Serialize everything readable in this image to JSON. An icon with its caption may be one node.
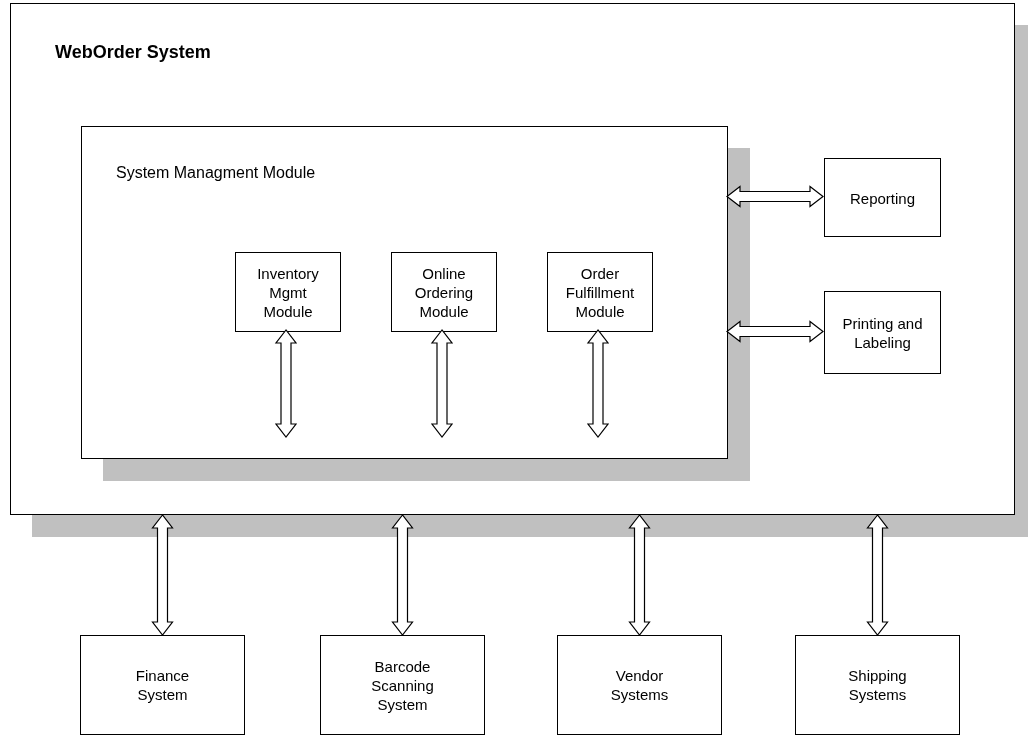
{
  "diagram": {
    "nodes": [
      {
        "text": [
          "WebOrder System"
        ]
      },
      {
        "text": [
          "System Managment Module"
        ],
        "in": 0
      },
      {
        "text": [
          "Inventory Mgmt Module"
        ],
        "in": 1
      },
      {
        "text": [
          "Online Ordering Module"
        ],
        "in": 1
      },
      {
        "text": [
          "Order Fulfillment Module"
        ],
        "in": 1
      },
      {
        "text": [
          "Reporting"
        ],
        "in": 0
      },
      {
        "text": [
          "Printing and Labeling"
        ],
        "in": 0
      },
      {
        "text": [
          "Finance System"
        ]
      },
      {
        "text": [
          "Barcode Scanning System"
        ]
      },
      {
        "text": [
          "Vendor Systems"
        ]
      },
      {
        "text": [
          "Shipping Systems"
        ]
      }
    ],
    "edges": [
      {
        "from": 2,
        "to": null,
        "arrow": "both"
      },
      {
        "from": 3,
        "to": null,
        "arrow": "both"
      },
      {
        "from": 4,
        "to": null,
        "arrow": "both"
      },
      {
        "from": 1,
        "to": 5,
        "arrow": "both"
      },
      {
        "from": 1,
        "to": 6,
        "arrow": "both"
      },
      {
        "from": 0,
        "to": 7,
        "arrow": "both"
      },
      {
        "from": 0,
        "to": 8,
        "arrow": "both"
      },
      {
        "from": 0,
        "to": 9,
        "arrow": "both"
      },
      {
        "from": 0,
        "to": 10,
        "arrow": "both"
      }
    ]
  }
}
